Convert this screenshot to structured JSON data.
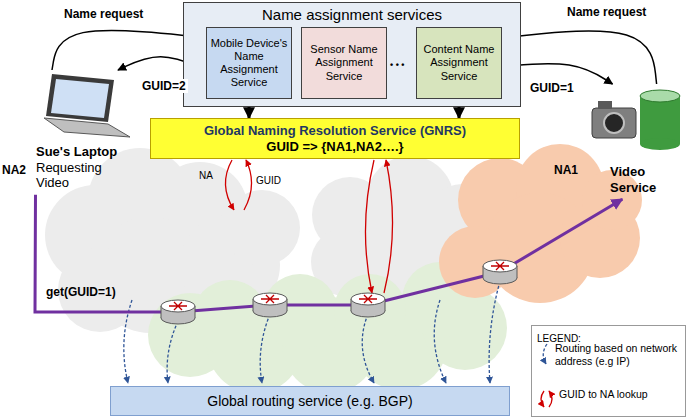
{
  "diagram": {
    "nodes": [
      {
        "text": [
          "Name assignment services"
        ]
      },
      {
        "text": [
          "Mobile Device's Name Assignment Service"
        ],
        "in": 0
      },
      {
        "text": [
          "Sensor Name Assignment Service"
        ],
        "in": 0
      },
      {
        "text": [
          "Content Name Assignment Service"
        ],
        "in": 0
      },
      {
        "text": [
          "Global Naming Resolution Service (GNRS)",
          "GUID => {NA1,NA2….}"
        ]
      },
      {
        "text": [
          "Sue's Laptop",
          "Requesting Video"
        ]
      },
      {
        "text": [
          "Video Service"
        ]
      },
      {
        "text": [
          "Global routing service (e.g. BGP)"
        ]
      }
    ],
    "edges": [
      {
        "from": 5,
        "to": 1,
        "arrow": "to",
        "label": "Name request"
      },
      {
        "from": 1,
        "to": 5,
        "arrow": "to",
        "label": "GUID=2"
      },
      {
        "from": 6,
        "to": 3,
        "arrow": "to",
        "label": "Name request"
      },
      {
        "from": 3,
        "to": 6,
        "arrow": "to",
        "label": "GUID=1"
      },
      {
        "from": 1,
        "to": 4,
        "arrow": "to"
      },
      {
        "from": 3,
        "to": 4,
        "arrow": "to"
      },
      {
        "from": 5,
        "to": 6,
        "arrow": "to",
        "label": "get(GUID=1)"
      }
    ],
    "labels": [
      "NA2",
      "NA1",
      "• • •",
      "NA",
      "GUID",
      "LEGEND:"
    ],
    "legend": [
      {
        "text": "Routing based on network address (e.g IP)"
      },
      {
        "text": "GUID to NA lookup"
      }
    ]
  }
}
